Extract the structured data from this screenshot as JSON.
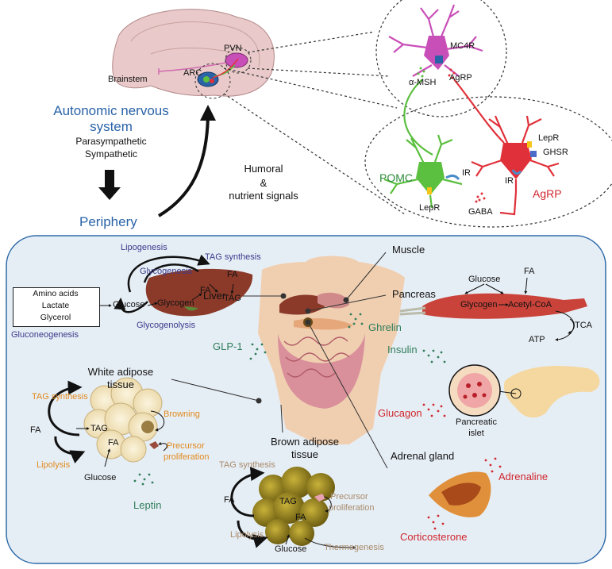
{
  "brain": {
    "brainstem": "Brainstem",
    "pvn": "PVN",
    "arc": "ARC"
  },
  "ans": {
    "title_line1": "Autonomic nervous",
    "title_line2": "system",
    "sub1": "Parasympathetic",
    "sub2": "Sympathetic"
  },
  "periphery": "Periphery",
  "humoral": {
    "line1": "Humoral",
    "line2": "&",
    "line3": "nutrient signals"
  },
  "neurons": {
    "mc4r": "MC4R",
    "amsh": "α-MSH",
    "agrp_small": "AgRP",
    "pomc": "POMC",
    "agrp": "AgRP",
    "ir_left": "IR",
    "ir_right": "IR",
    "lepr_left": "LepR",
    "lepr_right": "LepR",
    "ghsr": "GHSR",
    "gaba": "GABA"
  },
  "liver_panel": {
    "lipogenesis": "Lipogenesis",
    "tag_synthesis": "TAG synthesis",
    "glycogenesis": "Glycogenesis",
    "fa": "FA",
    "fa2": "FA",
    "tag": "TAG",
    "glucose": "Glucose",
    "glycogen": "Glycogen",
    "box_line1": "Amino acids",
    "box_line2": "Lactate",
    "box_line3": "Glycerol",
    "gluconeogenesis": "Gluconeogenesis",
    "glycogenolysis": "Glycogenolysis",
    "liver": "Liver"
  },
  "muscle_panel": {
    "muscle": "Muscle",
    "glucose": "Glucose",
    "fa": "FA",
    "glycogen": "Glycogen",
    "acetyl": "Acetyl-CoA",
    "tca": "TCA",
    "atp": "ATP",
    "ghrelin": "Ghrelin"
  },
  "pancreas_panel": {
    "pancreas": "Pancreas",
    "insulin": "Insulin",
    "glucagon": "Glucagon",
    "islet1": "Pancreatic",
    "islet2": "islet",
    "glp1": "GLP-1"
  },
  "wat_panel": {
    "title1": "White adipose",
    "title2": "tissue",
    "tag_synthesis": "TAG synthesis",
    "fa": "FA",
    "tag": "TAG",
    "fa2": "FA",
    "browning": "Browning",
    "precursor1": "Precursor",
    "precursor2": "proliferation",
    "lipolysis": "Lipolysis",
    "glucose": "Glucose",
    "leptin": "Leptin"
  },
  "bat_panel": {
    "title1": "Brown adipose",
    "title2": "tissue",
    "tag_synthesis": "TAG synthesis",
    "precursor1": "Precursor",
    "precursor2": "proliferation",
    "fa": "FA",
    "tag": "TAG",
    "fa2": "FA",
    "lipolysis": "Lipolysis",
    "glucose": "Glucose",
    "thermogenesis": "Thermogenesis"
  },
  "adrenal_panel": {
    "title": "Adrenal gland",
    "adrenaline": "Adrenaline",
    "corticosterone": "Corticosterone"
  },
  "colors": {
    "panel_bg": "#e6eef5",
    "panel_border": "#2e6aa8",
    "pomc_green": "#5bbf3f",
    "agrp_red": "#e0313a",
    "mc4r_purple": "#c94fb8",
    "liver_brown": "#8b4a3a",
    "wat_cream": "#f3e6c4",
    "bat_olive": "#8d7b1e"
  }
}
